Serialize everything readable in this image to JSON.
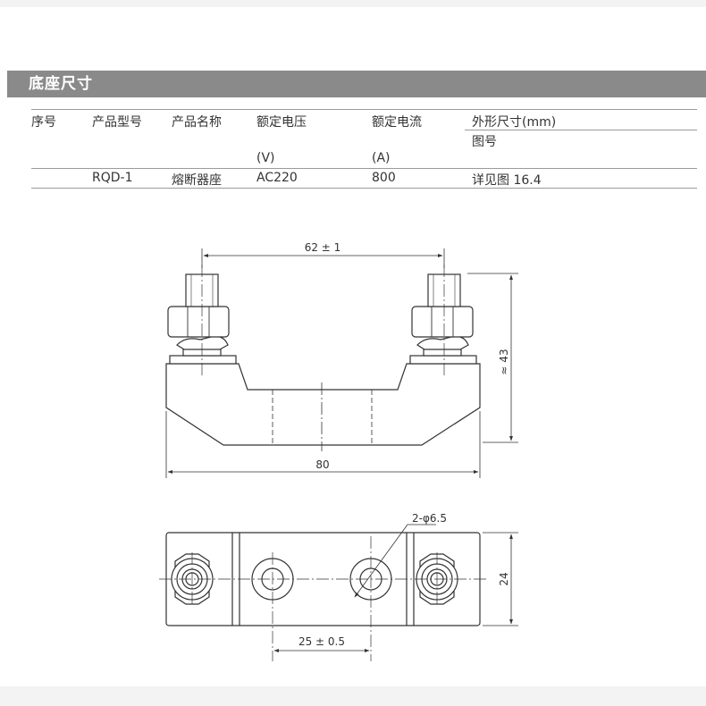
{
  "section": {
    "title": "底座尺寸"
  },
  "table": {
    "headers": [
      {
        "line1": "序号",
        "line2": ""
      },
      {
        "line1": "产品型号",
        "line2": ""
      },
      {
        "line1": "产品名称",
        "line2": ""
      },
      {
        "line1": "额定电压",
        "line2": "(V)"
      },
      {
        "line1": "额定电流",
        "line2": "(A)"
      },
      {
        "line1": "外形尺寸(mm)",
        "line2": "图号"
      }
    ],
    "rows": [
      [
        "",
        "RQD-1",
        "熔断器座",
        "AC220",
        "800",
        "详见图 16.4"
      ]
    ]
  },
  "drawing": {
    "top_width": "62 ± 1",
    "height": "≈ 43",
    "bottom_width": "80",
    "hole_spec": "2-φ6.5",
    "plan_height": "24",
    "hole_spacing": "25 ± 0.5"
  }
}
